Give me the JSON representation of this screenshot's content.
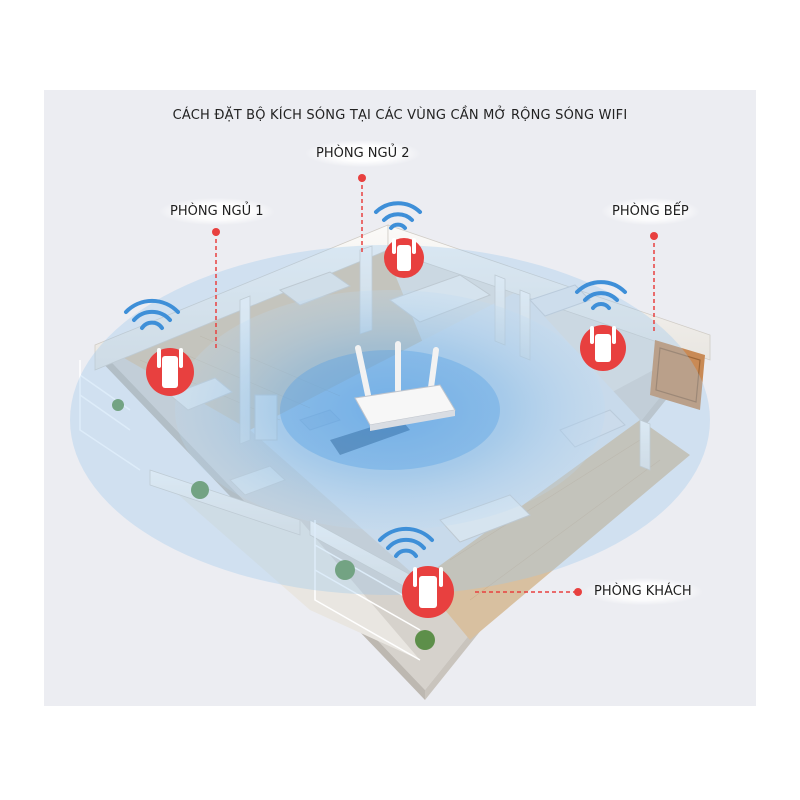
{
  "title": "CÁCH ĐẶT BỘ KÍCH SÓNG TẠI CÁC VÙNG CẦN MỞ RỘNG SÓNG WIFI",
  "rooms": [
    {
      "key": "bedroom1",
      "label": "PHÒNG NGỦ 1"
    },
    {
      "key": "bedroom2",
      "label": "PHÒNG NGỦ 2"
    },
    {
      "key": "kitchen",
      "label": "PHÒNG BẾP"
    },
    {
      "key": "living",
      "label": "PHÒNG KHÁCH"
    }
  ],
  "colors": {
    "accent_red": "#e8403f",
    "wifi_blue": "#3e8fd8",
    "coverage_blue": "#7fb8e8",
    "wall": "#f7f4ef",
    "floor_wood": "#d9c2a3",
    "floor_tile": "#dfe3ea"
  },
  "icons": [
    "router-icon",
    "repeater-icon",
    "wifi-signal-icon",
    "map-pin-icon"
  ]
}
